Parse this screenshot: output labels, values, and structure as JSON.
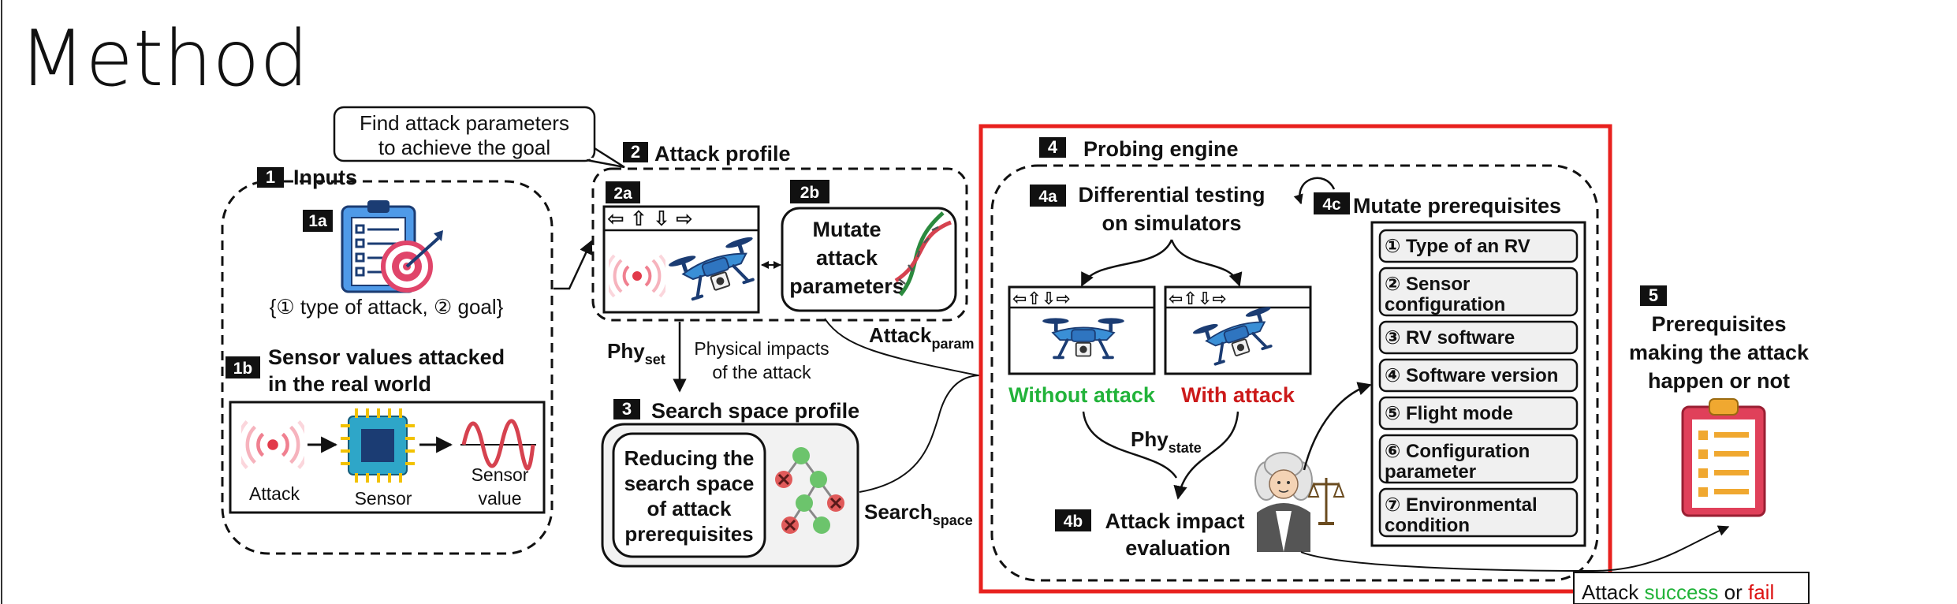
{
  "slide": {
    "title": "Method"
  },
  "callout": {
    "line1": "Find attack parameters",
    "line2": "to achieve the goal"
  },
  "inputs": {
    "badge": "1",
    "title": "Inputs",
    "badge_1a": "1a",
    "inputs_text": "{① type of attack, ② goal}",
    "badge_1b": "1b",
    "sensor_title_1": "Sensor values attacked",
    "sensor_title_2": "in the real world",
    "flow_attack": "Attack",
    "flow_sensor": "Sensor",
    "flow_value_1": "Sensor",
    "flow_value_2": "value"
  },
  "attack_profile": {
    "badge": "2",
    "title": "Attack profile",
    "badge_2a": "2a",
    "badge_2b": "2b",
    "arrows": "⇦ ⇧ ⇩ ⇨",
    "mutate_1": "Mutate",
    "mutate_2": "attack",
    "mutate_3": "parameters"
  },
  "connectors": {
    "phy_set_main": "Phy",
    "phy_set_sub": "set",
    "phys_impacts_1": "Physical impacts",
    "phys_impacts_2": "of the attack",
    "attack_param_main": "Attack",
    "attack_param_sub": "param",
    "search_space_main": "Search",
    "search_space_sub": "space"
  },
  "search_space": {
    "badge": "3",
    "title": "Search space profile",
    "line1": "Reducing the",
    "line2": "search space",
    "line3": "of attack",
    "line4": "prerequisites"
  },
  "probing": {
    "badge": "4",
    "title": "Probing engine",
    "badge_4a": "4a",
    "diff_1": "Differential testing",
    "diff_2": "on simulators",
    "badge_4c": "4c",
    "mutate_title": "Mutate prerequisites",
    "arrows": "⇦⇧⇩⇨",
    "without_attack": "Without attack",
    "with_attack": "With attack",
    "phy_state_main": "Phy",
    "phy_state_sub": "state",
    "badge_4b": "4b",
    "eval_1": "Attack impact",
    "eval_2": "evaluation",
    "prereqs": [
      [
        "① Type of an RV"
      ],
      [
        "② Sensor",
        "configuration"
      ],
      [
        "③ RV software"
      ],
      [
        "④ Software version"
      ],
      [
        "⑤ Flight mode"
      ],
      [
        "⑥ Configuration",
        "parameter"
      ],
      [
        "⑦ Environmental",
        "condition"
      ]
    ],
    "highlight_color": "#e8211e",
    "without_color": "#22b33a",
    "with_color": "#cc1a1a"
  },
  "output": {
    "badge": "5",
    "line1": "Prerequisites",
    "line2": "making the attack",
    "line3": "happen or not",
    "result_prefix": "Attack ",
    "result_success": "success",
    "result_or": " or ",
    "result_fail": "fail"
  },
  "icons": {
    "clipboard_target": "clipboard-target-icon",
    "signal": "signal-waves-icon",
    "drone": "drone-icon",
    "dna": "dna-icon",
    "chip": "chip-icon",
    "wave": "sensor-wave-icon",
    "tree": "search-tree-icon",
    "judge": "judge-icon",
    "scales": "scales-icon",
    "checklist": "checklist-icon"
  }
}
